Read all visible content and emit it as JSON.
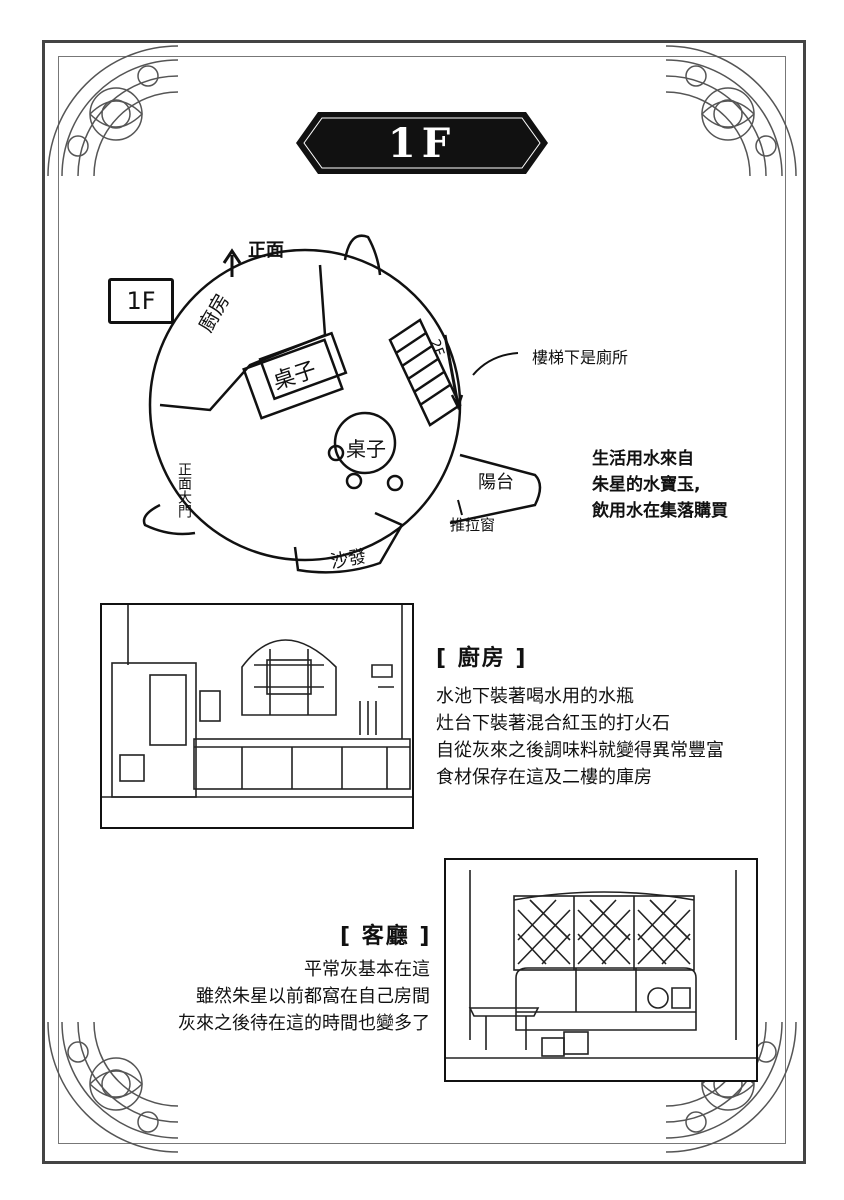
{
  "page_title": "1F",
  "floor_box_label": "1F",
  "plan": {
    "front_label": "正面",
    "kitchen": "廚房",
    "table_rect": "桌子",
    "table_round": "桌子",
    "stairs_label": "2F",
    "stairs_note": "樓梯下是廁所",
    "front_door": "正面大門",
    "balcony": "陽台",
    "sliding_window": "推拉窗",
    "sofa": "沙發"
  },
  "water_note": [
    "生活用水來自",
    "朱星的水寶玉,",
    "飲用水在集落購買"
  ],
  "kitchen_section": {
    "title": "廚房",
    "lines": [
      "水池下裝著喝水用的水瓶",
      "灶台下裝著混合紅玉的打火石",
      "自從灰來之後調味料就變得異常豐富",
      "食材保存在這及二樓的庫房"
    ]
  },
  "living_section": {
    "title": "客廳",
    "lines": [
      "平常灰基本在這",
      "雖然朱星以前都窩在自己房間",
      "灰來之後待在這的時間也變多了"
    ]
  }
}
